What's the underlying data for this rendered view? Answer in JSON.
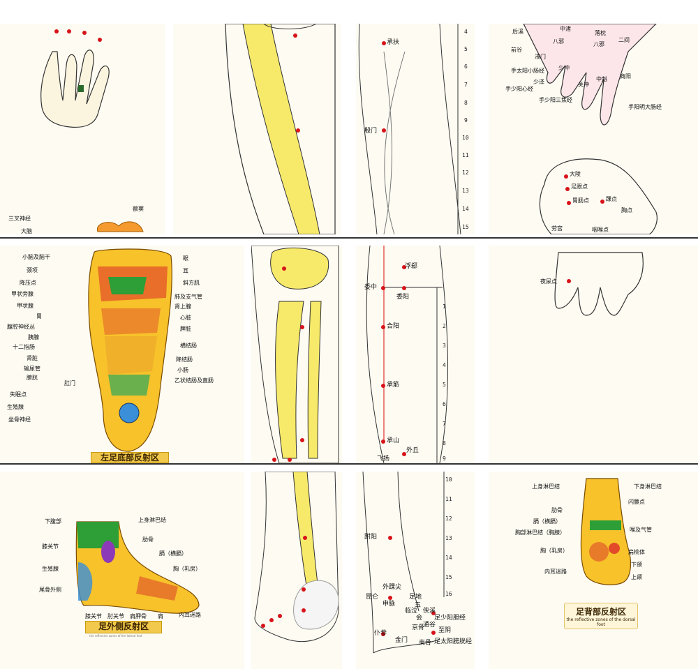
{
  "top_left_hand": {
    "labels": [
      "三叉神经",
      "大脑",
      "额窦"
    ]
  },
  "top_leg_ruler": {
    "points": [
      "承扶",
      "殷门"
    ],
    "ruler": [
      "4",
      "5",
      "6",
      "7",
      "8",
      "9",
      "10",
      "11",
      "12",
      "13",
      "14",
      "15"
    ]
  },
  "top_right_hand": {
    "labels": [
      "后溪",
      "中渚",
      "八邪",
      "八邪",
      "落枕",
      "二间",
      "前谷",
      "液门",
      "手太阳小肠经",
      "少冲",
      "少泽",
      "手少阳心经",
      "关冲",
      "中魁",
      "商阳",
      "手少阳三焦经",
      "手阳明大肠经",
      "大陵",
      "足跟点",
      "胃肠点",
      "踝点",
      "胸点",
      "劳宫",
      "咽喉点"
    ]
  },
  "mid_left_foot": {
    "left_labels": [
      "小脑及脑干",
      "颈项",
      "降压点",
      "甲状旁腺",
      "甲状腺",
      "胃",
      "腹腔神经丛",
      "胰腺",
      "十二指肠",
      "肾脏",
      "输尿管",
      "膀胱",
      "肛门",
      "失眠点",
      "生殖腺",
      "坐骨神经"
    ],
    "right_labels": [
      "眼",
      "耳",
      "斜方肌",
      "肺及支气管",
      "肾上腺",
      "心脏",
      "脾脏",
      "横结肠",
      "降结肠",
      "小肠",
      "乙状结肠及直肠"
    ],
    "title": "左足底部反射区"
  },
  "mid_leg_ruler": {
    "points": [
      "浮郄",
      "委中",
      "委阳",
      "合阳",
      "承筋",
      "承山",
      "外丘",
      "飞扬"
    ],
    "ruler": [
      "1",
      "2",
      "3",
      "4",
      "5",
      "6",
      "7",
      "8",
      "9"
    ]
  },
  "mid_right_hand": {
    "labels": [
      "夜尿点"
    ]
  },
  "bottom_left_foot": {
    "labels": [
      "下腹部",
      "上身淋巴结",
      "膝关节",
      "肋骨",
      "膈（横膈）",
      "生殖腺",
      "胸（乳房）",
      "尾骨外侧",
      "膝关节",
      "肘关节",
      "肩胛骨",
      "肩",
      "内耳迷路"
    ],
    "title": "足外侧反射区",
    "subtitle": "the reflective zones of the lateral foot"
  },
  "bottom_leg_ruler": {
    "points": [
      "跗阳",
      "外踝尖",
      "足地",
      "五",
      "侠溪",
      "昆仑",
      "申脉",
      "临泣",
      "会",
      "通谷",
      "足少阳胆经",
      "仆参",
      "京骨",
      "至阴",
      "金门",
      "束骨",
      "足太阳膀胱经"
    ],
    "ruler": [
      "10",
      "11",
      "12",
      "13",
      "14",
      "15",
      "16"
    ]
  },
  "bottom_right_foot": {
    "labels": [
      "上身淋巴结",
      "下身淋巴结",
      "肋骨",
      "闪腰点",
      "膈（横膈）",
      "胸部淋巴结（胸腺）",
      "喉及气管",
      "胸（乳房）",
      "扁桃体",
      "内耳迷路",
      "下颌",
      "上颌"
    ],
    "title": "足背部反射区",
    "subtitle": "the reflective zones of the dorsal foot"
  },
  "colors": {
    "background": "#fdfbf2",
    "point": "#d7141a",
    "bone": "#f7ea6a",
    "skin_line": "#333333",
    "badge": "#f2c94c"
  }
}
